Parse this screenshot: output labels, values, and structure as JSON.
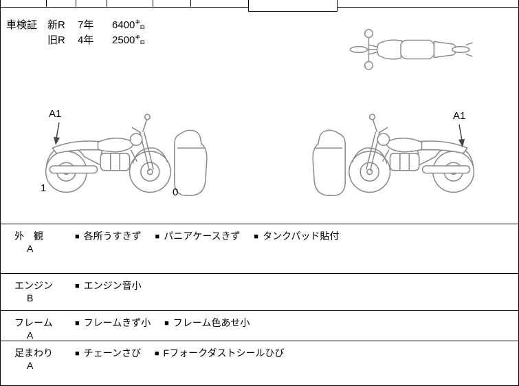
{
  "ui": {
    "bullet": "■"
  },
  "shaken": {
    "label": "車検証",
    "rows": [
      {
        "era": "新R",
        "year": "7年",
        "distance": "6400㌔"
      },
      {
        "era": "旧R",
        "year": "4年",
        "distance": "2500㌔"
      }
    ]
  },
  "diagram": {
    "left_marker": "A1",
    "right_marker": "A1",
    "left_wheel_number": "1",
    "pannier_number": "0"
  },
  "sections": [
    {
      "label": "外　観",
      "grade": "A",
      "notes": [
        "各所うすきず",
        "パニアケースきず",
        "タンクパッド貼付"
      ]
    },
    {
      "label": "エンジン",
      "grade": "B",
      "notes": [
        "エンジン音小"
      ]
    },
    {
      "label": "フレーム",
      "grade": "A",
      "notes": [
        "フレームきず小",
        "フレーム色あせ小"
      ]
    },
    {
      "label": "足まわり",
      "grade": "A",
      "notes": [
        "チェーンさび",
        "Fフォークダストシールひび"
      ]
    }
  ],
  "colors": {
    "line": "#000000",
    "drawing": "#8a8a8a"
  }
}
